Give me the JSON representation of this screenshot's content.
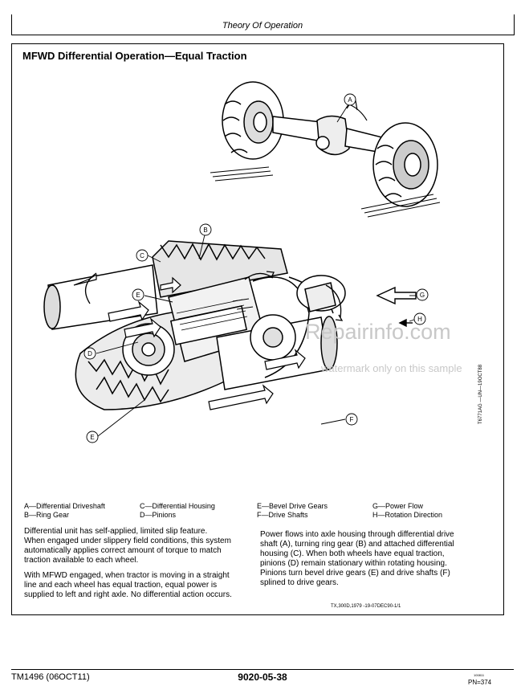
{
  "header": {
    "title": "Theory Of Operation"
  },
  "section": {
    "title": "MFWD Differential Operation—Equal Traction"
  },
  "figure": {
    "id": "T6771AG —UN—19OCT88",
    "callouts": {
      "A": "A",
      "B": "B",
      "C": "C",
      "D": "D",
      "E1": "E",
      "E2": "E",
      "F": "F",
      "G": "G",
      "H": "H"
    }
  },
  "legend": {
    "col1": [
      "A—Differential Driveshaft",
      "B—Ring Gear"
    ],
    "col2": [
      "C—Differential Housing",
      "D—Pinions"
    ],
    "col3": [
      "E—Bevel Drive Gears",
      "F—Drive Shafts"
    ],
    "col4": [
      "G—Power Flow",
      "H—Rotation Direction"
    ]
  },
  "text": {
    "left_1_lines": [
      "Differential unit has self-applied, limited slip feature.",
      "When engaged under slippery field conditions, this system",
      "automatically applies correct amount of torque to match",
      "traction available to each wheel."
    ],
    "left_2_lines": [
      "With MFWD engaged, when tractor is moving in a straight",
      "line and each wheel has equal traction, equal power is",
      "supplied to left and right axle.  No differential action occurs."
    ],
    "right_1_lines": [
      "Power flows into axle housing through differential drive",
      "shaft (A), turning ring gear (B) and attached differential",
      "housing (C). When both wheels have equal traction,",
      "pinions (D) remain stationary within rotating housing.",
      "Pinions turn bevel drive gears (E) and drive shafts (F)",
      "splined to drive gears."
    ],
    "ref_code": "TX,300D,1979 -19-07DEC90-1/1"
  },
  "footer": {
    "left": "TM1496 (06OCT11)",
    "center": "9020-05-38",
    "small": "100811",
    "pn": "PN=374"
  },
  "watermark": {
    "site": "Repairinfo.com",
    "note": "watermark only on this sample"
  }
}
